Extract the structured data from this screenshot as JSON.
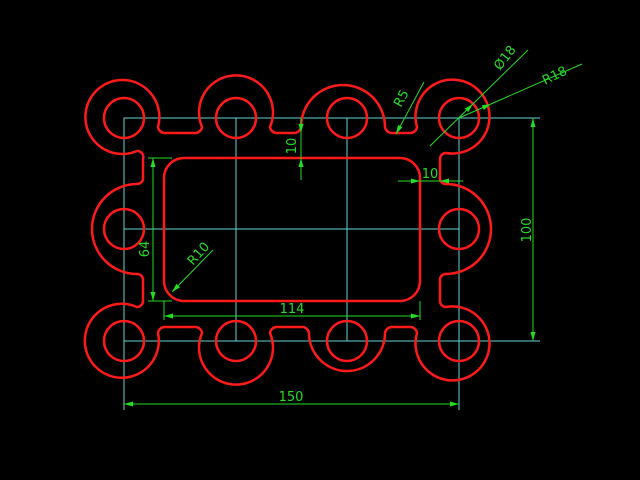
{
  "colors": {
    "background": "#000000",
    "profile": "#ff1a1a",
    "centerline": "#5fd3d3",
    "dimension": "#22dd22"
  },
  "dimensions": {
    "overall_width": "150",
    "overall_height": "100",
    "inner_width": "114",
    "inner_height": "64",
    "corner_radius": "R10",
    "small_radius": "R5",
    "large_radius": "R18",
    "hole_diameter": "Ø18",
    "neck_vertical": "10",
    "neck_horizontal": "10"
  }
}
